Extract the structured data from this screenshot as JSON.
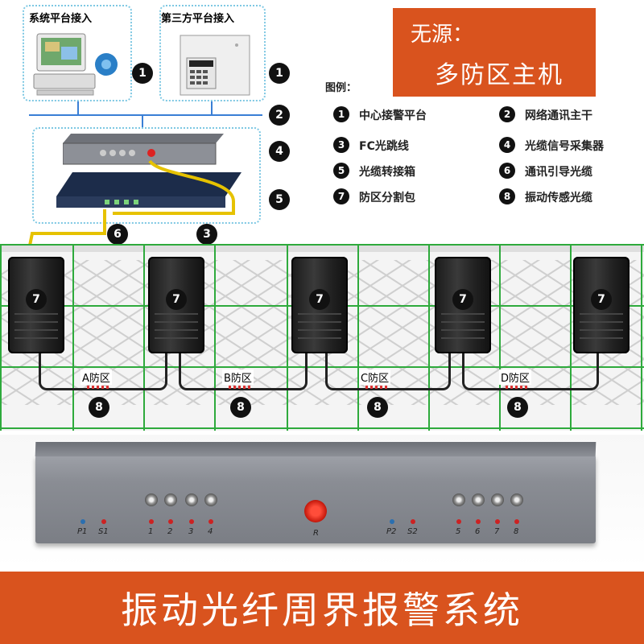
{
  "top": {
    "system_platform_label": "系统平台接入",
    "third_party_label": "第三方平台接入"
  },
  "promo": {
    "line1": "无源：",
    "line2": "多防区主机"
  },
  "legend": {
    "title": "图例：",
    "items": [
      {
        "num": "1",
        "text": "中心接警平台"
      },
      {
        "num": "2",
        "text": "网络通讯主干"
      },
      {
        "num": "3",
        "text": "FC光跳线"
      },
      {
        "num": "4",
        "text": "光缆信号采集器"
      },
      {
        "num": "5",
        "text": "光缆转接箱"
      },
      {
        "num": "6",
        "text": "通讯引导光缆"
      },
      {
        "num": "7",
        "text": "防区分割包"
      },
      {
        "num": "8",
        "text": "振动传感光缆"
      }
    ]
  },
  "diagram_numbers": {
    "n1a": "1",
    "n1b": "1",
    "n2": "2",
    "n4": "4",
    "n5": "5",
    "n6": "6",
    "n3": "3"
  },
  "enclosures": [
    "7",
    "7",
    "7",
    "7",
    "7"
  ],
  "zones": [
    {
      "name": "A防区",
      "num": "8"
    },
    {
      "name": "B防区",
      "num": "8"
    },
    {
      "name": "C防区",
      "num": "8"
    },
    {
      "name": "D防区",
      "num": "8"
    }
  ],
  "device": {
    "left_labels": [
      "P1",
      "S1"
    ],
    "left_ports": [
      "1",
      "2",
      "3",
      "4"
    ],
    "center_label": "R",
    "right_labels": [
      "P2",
      "S2"
    ],
    "right_ports": [
      "5",
      "6",
      "7",
      "8"
    ]
  },
  "footer": {
    "title": "振动光纤周界报警系统"
  },
  "colors": {
    "accent": "#d9531e",
    "grid": "#2eaa3c",
    "dotted_box": "#7ec8e3"
  }
}
